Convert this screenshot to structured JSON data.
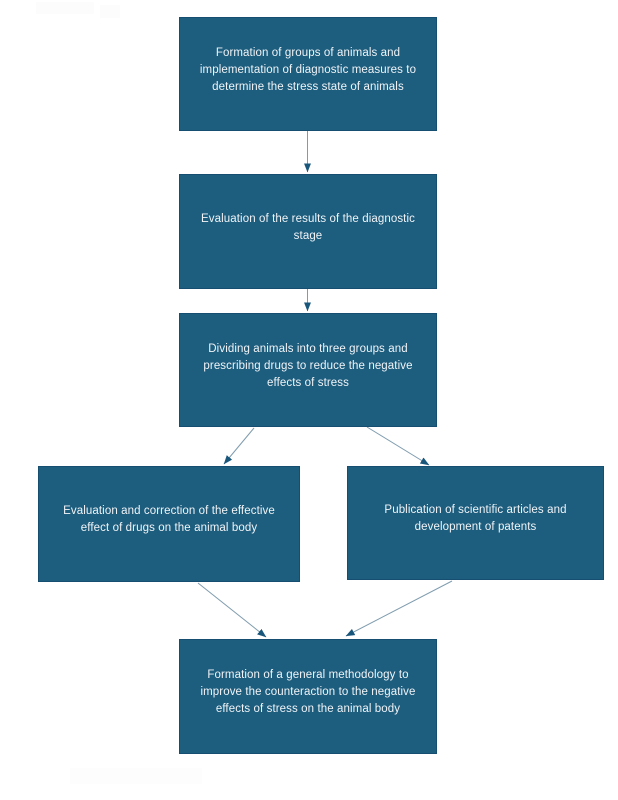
{
  "diagram": {
    "type": "flowchart",
    "background": "#ffffff",
    "colors": {
      "node_fill": "#1d5d7e",
      "node_border": "#154e70",
      "node_text": "#f0f4f7",
      "connector_line": "#7f9cae",
      "arrowhead": "#19567b"
    },
    "nodes": [
      {
        "id": "n1",
        "label": "Formation of groups of animals and implementation of diagnostic measures to determine the stress state of animals",
        "lines": [
          "Formation of groups of animals and",
          "implementation of diagnostic measures to",
          "determine the stress state of animals"
        ]
      },
      {
        "id": "n2",
        "label": "Evaluation of the results of the diagnostic stage",
        "lines": [
          "Evaluation of the results of the diagnostic",
          "stage"
        ]
      },
      {
        "id": "n3",
        "label": "Dividing animals into three groups and prescribing drugs to reduce the negative effects of stress",
        "lines": [
          "Dividing animals into three groups and",
          "prescribing drugs to reduce the negative",
          "effects of stress"
        ]
      },
      {
        "id": "n4",
        "label": "Evaluation and correction of the effective effect of drugs on the animal body",
        "lines": [
          "Evaluation and correction of the effective",
          "effect of drugs on the animal body"
        ]
      },
      {
        "id": "n5",
        "label": "Publication of scientific articles and development of patents",
        "lines": [
          "Publication of scientific articles and",
          "development of patents"
        ]
      },
      {
        "id": "n6",
        "label": "Formation of a general methodology to improve the counteraction to the negative effects of stress on the animal body",
        "lines": [
          "Formation of a general methodology to",
          "improve the counteraction to the negative",
          "effects of stress on the animal body"
        ]
      }
    ],
    "edges": [
      {
        "from": "n1",
        "to": "n2"
      },
      {
        "from": "n2",
        "to": "n3"
      },
      {
        "from": "n3",
        "to": "n4"
      },
      {
        "from": "n3",
        "to": "n5"
      },
      {
        "from": "n4",
        "to": "n6"
      },
      {
        "from": "n5",
        "to": "n6"
      }
    ]
  }
}
